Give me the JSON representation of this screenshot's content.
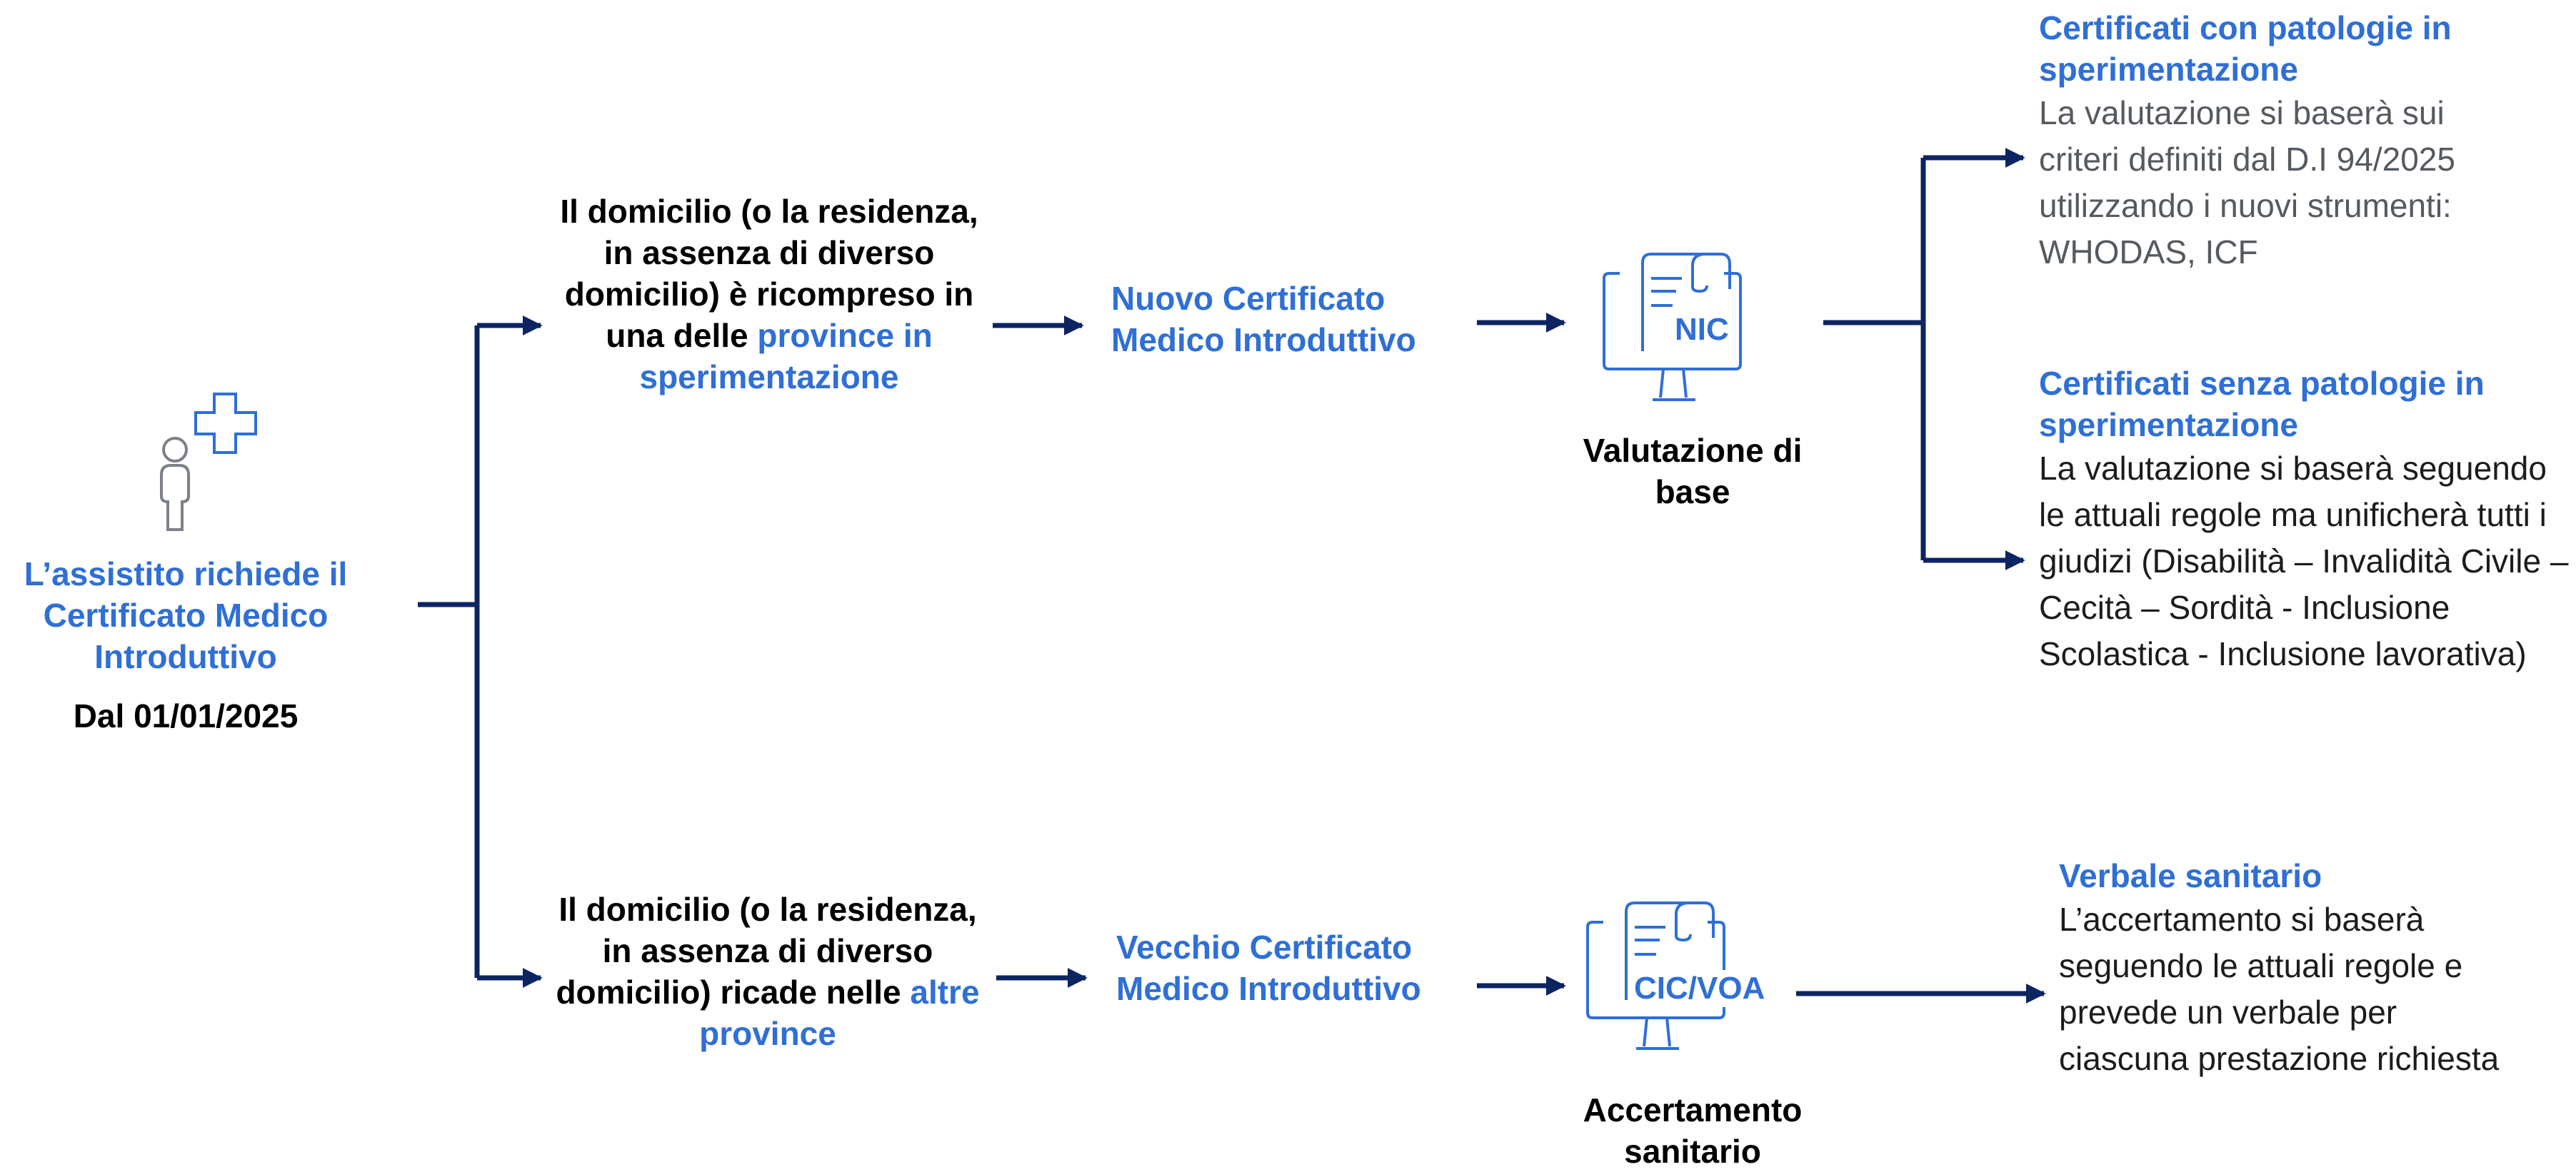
{
  "colors": {
    "accent_blue": "#2f6fd6",
    "arrow_navy": "#0c2461",
    "icon_blue": "#2f6fd6",
    "person_gray": "#7b8089",
    "text_black": "#000000",
    "text_gray": "#555a61"
  },
  "icons": {
    "patient": "person-with-plus-icon",
    "nic_monitor": "monitor-document-icon",
    "cic_monitor": "monitor-document-icon"
  },
  "start": {
    "title": "L’assistito richiede il Certificato Medico Introduttivo",
    "date": "Dal 01/01/2025"
  },
  "top_branch": {
    "condition_lead": "Il domicilio (o la residenza, in assenza di diverso domicilio) è ricompreso in una delle",
    "condition_highlight": "province in sperimentazione",
    "certificate": "Nuovo Certificato Medico Introduttivo",
    "system_label": "NIC",
    "step_label": "Valutazione di base",
    "outcomes": [
      {
        "title": "Certificati con patologie in sperimentazione",
        "description": "La valutazione si baserà sui criteri definiti dal D.I 94/2025 utilizzando i nuovi strumenti: WHODAS, ICF"
      },
      {
        "title": "Certificati senza patologie in sperimentazione",
        "description": "La valutazione si baserà seguendo le attuali regole ma unificherà tutti i giudizi (Disabilità – Invalidità Civile – Cecità – Sordità - Inclusione Scolastica - Inclusione lavorativa)"
      }
    ]
  },
  "bottom_branch": {
    "condition_lead": "Il domicilio (o la residenza, in assenza di diverso domicilio) ricade nelle",
    "condition_highlight": "altre province",
    "certificate": "Vecchio Certificato Medico Introduttivo",
    "system_label": "CIC/VOA",
    "step_label": "Accertamento sanitario",
    "outcome": {
      "title": "Verbale sanitario",
      "description": "L’accertamento si baserà seguendo le attuali regole e prevede un verbale per ciascuna prestazione richiesta"
    }
  }
}
